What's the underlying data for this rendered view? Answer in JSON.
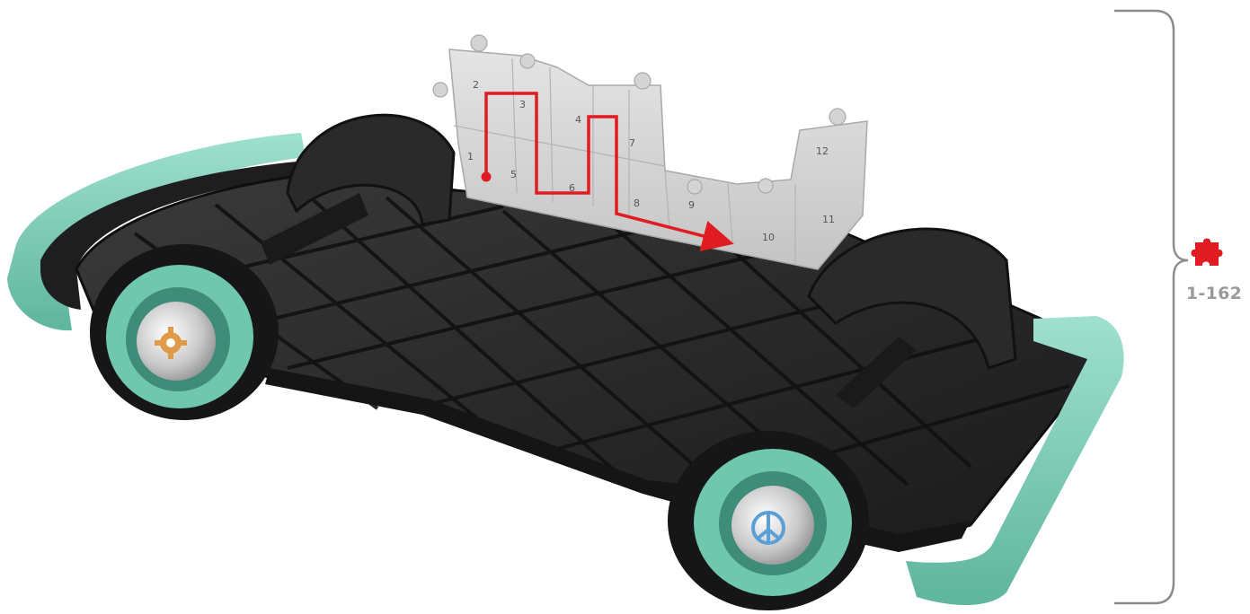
{
  "piece_range_label": "1-162",
  "piece_numbers": [
    "2",
    "3",
    "4",
    "5",
    "6",
    "7",
    "8",
    "9",
    "10",
    "11",
    "12",
    "1"
  ],
  "icons": {
    "range_icon": "puzzle-piece-icon",
    "front_hub": "gear-icon",
    "rear_hub": "peace-sign-icon"
  },
  "colors": {
    "accent_red": "#e11b22",
    "bumper_mint": "#79cdb6",
    "chassis_black": "#232323",
    "puzzle_gray": "#d6d6d6",
    "bracket_gray": "#8c8c8c"
  }
}
